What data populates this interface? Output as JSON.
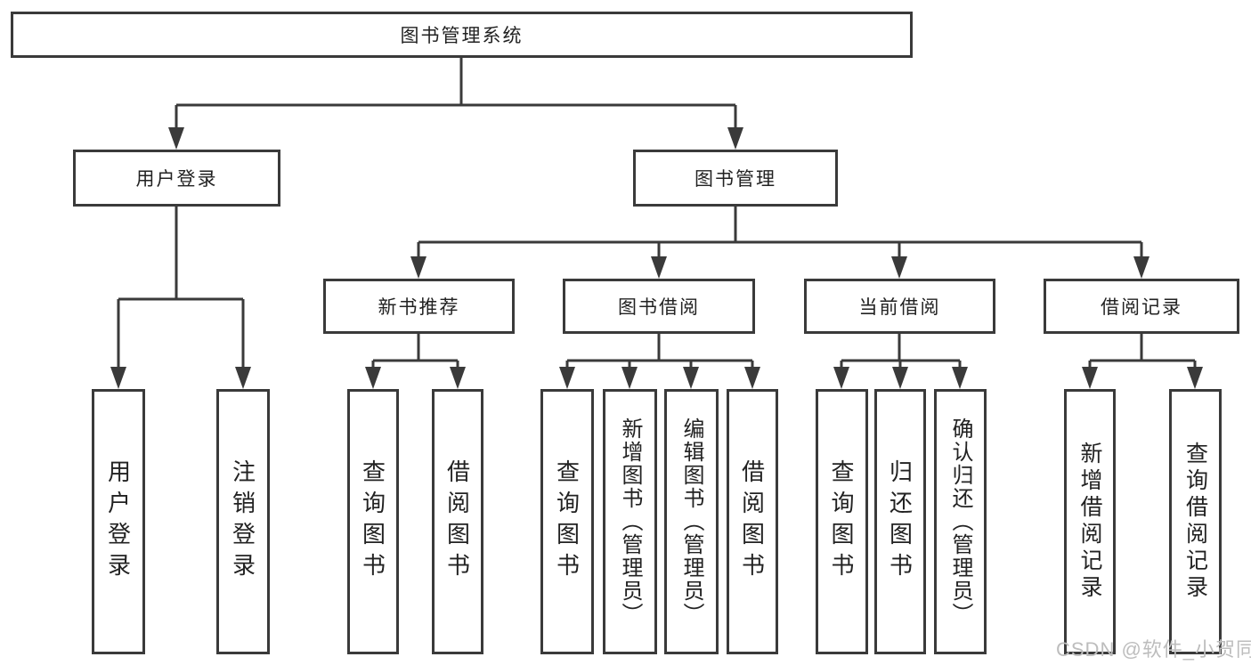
{
  "colors": {
    "line": "#3a3a3a",
    "box_border": "#3a3a3a",
    "text": "#222222",
    "background": "#ffffff",
    "watermark": "#bdbdbd"
  },
  "tree": {
    "root": {
      "label": "图书管理系统"
    },
    "level2": [
      {
        "label": "用户登录"
      },
      {
        "label": "图书管理"
      }
    ],
    "level3": [
      {
        "label": "新书推荐"
      },
      {
        "label": "图书借阅"
      },
      {
        "label": "当前借阅"
      },
      {
        "label": "借阅记录"
      }
    ],
    "leaves": {
      "user_login": [
        "用户登录",
        "注销登录"
      ],
      "new_book_recommend": [
        "查询图书",
        "借阅图书"
      ],
      "book_borrow": [
        "查询图书",
        "新增图书（管理员）",
        "编辑图书（管理员）",
        "借阅图书"
      ],
      "current_borrow": [
        "查询图书",
        "归还图书",
        "确认归还（管理员）"
      ],
      "borrow_records": [
        "新增借阅记录",
        "查询借阅记录"
      ]
    }
  },
  "watermark": "CSDN @软件_小贺同学"
}
